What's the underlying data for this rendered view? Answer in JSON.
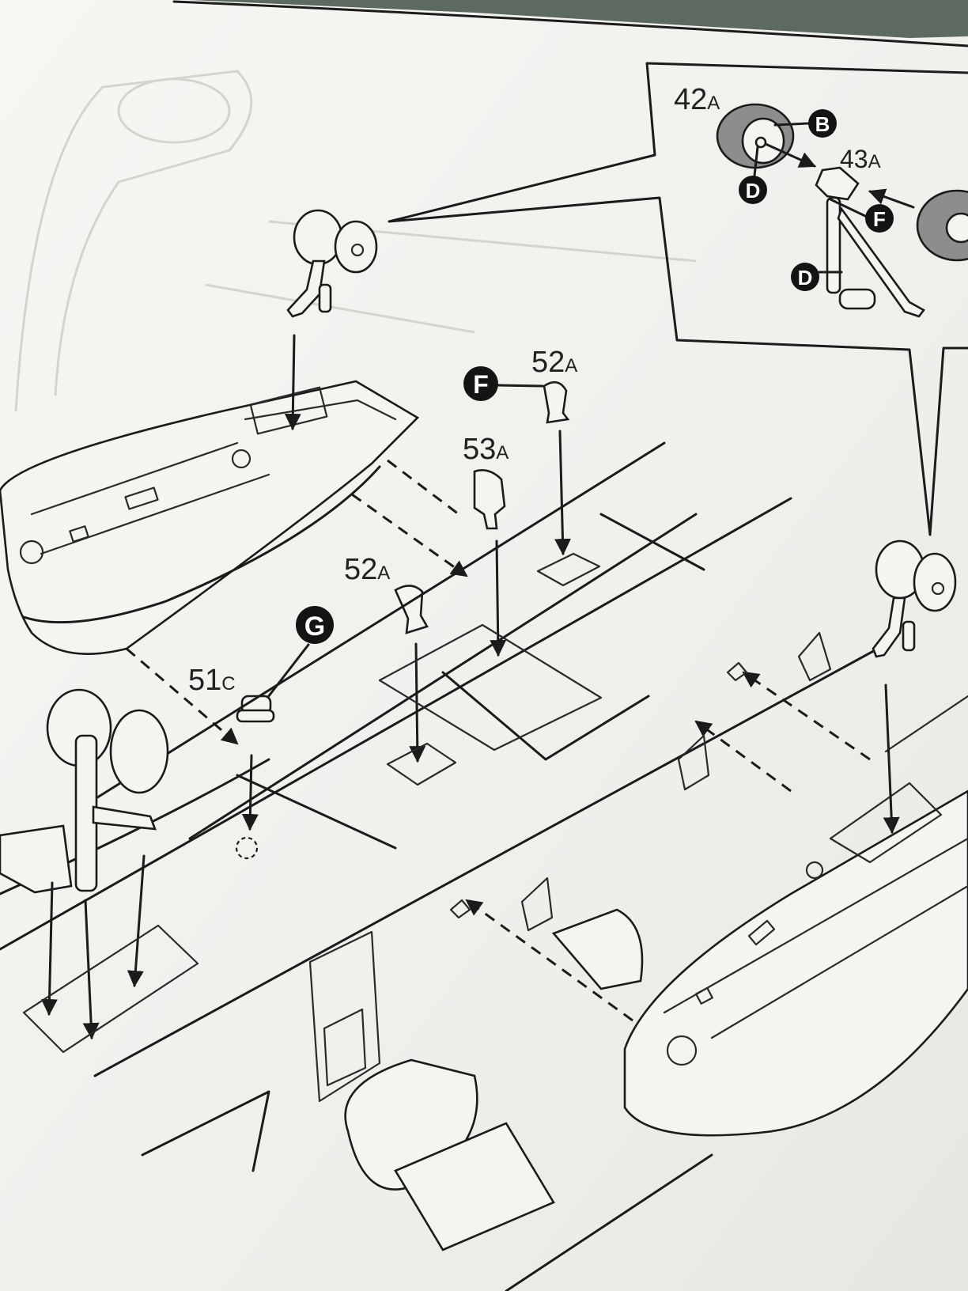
{
  "diagram": {
    "part_labels": [
      {
        "id": "42",
        "suffix": "A"
      },
      {
        "id": "43",
        "suffix": "A"
      },
      {
        "id": "52",
        "suffix": "A"
      },
      {
        "id": "53",
        "suffix": "A"
      },
      {
        "id": "52",
        "suffix": "A"
      },
      {
        "id": "51",
        "suffix": "C"
      }
    ],
    "color_callouts": [
      "B",
      "D",
      "F",
      "D",
      "F",
      "G"
    ],
    "colors": {
      "paper": "#f4f4f1",
      "ink": "#1b1b1b",
      "tire_gray": "#8d8d8d",
      "background_fabric": "#5d6a60"
    },
    "icons": [
      "landing-gear-icon",
      "wheel-icon",
      "arrow-icon",
      "wing-icon",
      "engine-nacelle-icon"
    ]
  }
}
